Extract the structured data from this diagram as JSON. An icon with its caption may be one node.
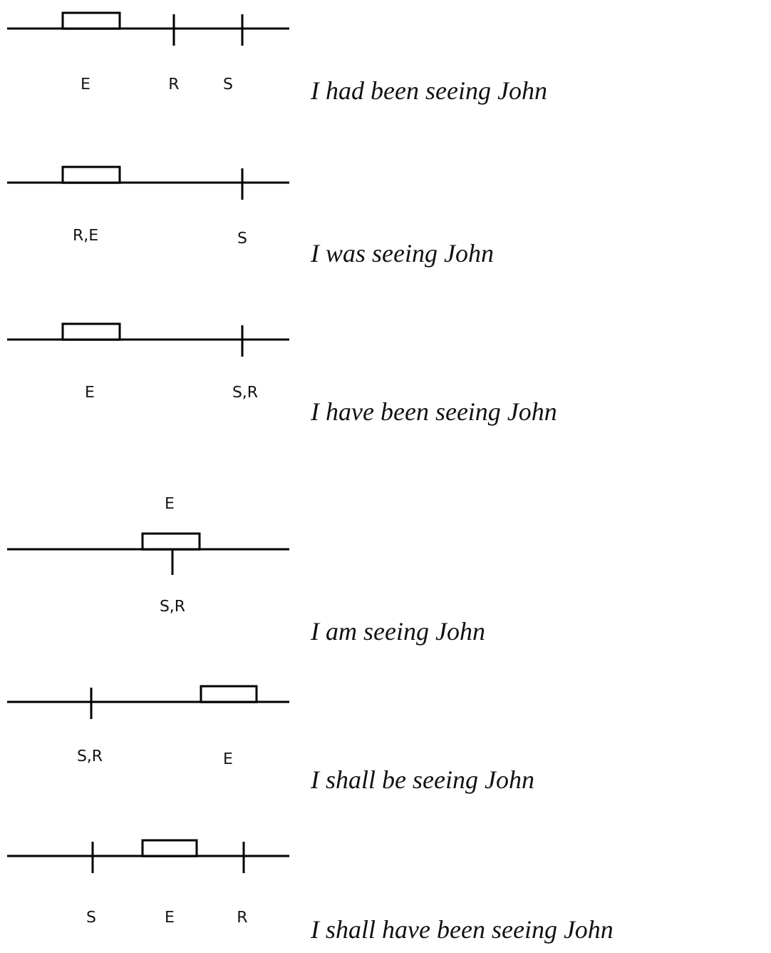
{
  "diagram": {
    "labels": [
      "E",
      "R",
      "S",
      "I had been seeing John",
      "R,E",
      "S",
      "I was seeing John",
      "E",
      "S,R",
      "I have been seeing John",
      "E",
      "S,R",
      "I am seeing John",
      "S,R",
      "E",
      "I shall be seeing John",
      "S",
      "E",
      "R",
      "I shall have been seeing John"
    ]
  }
}
